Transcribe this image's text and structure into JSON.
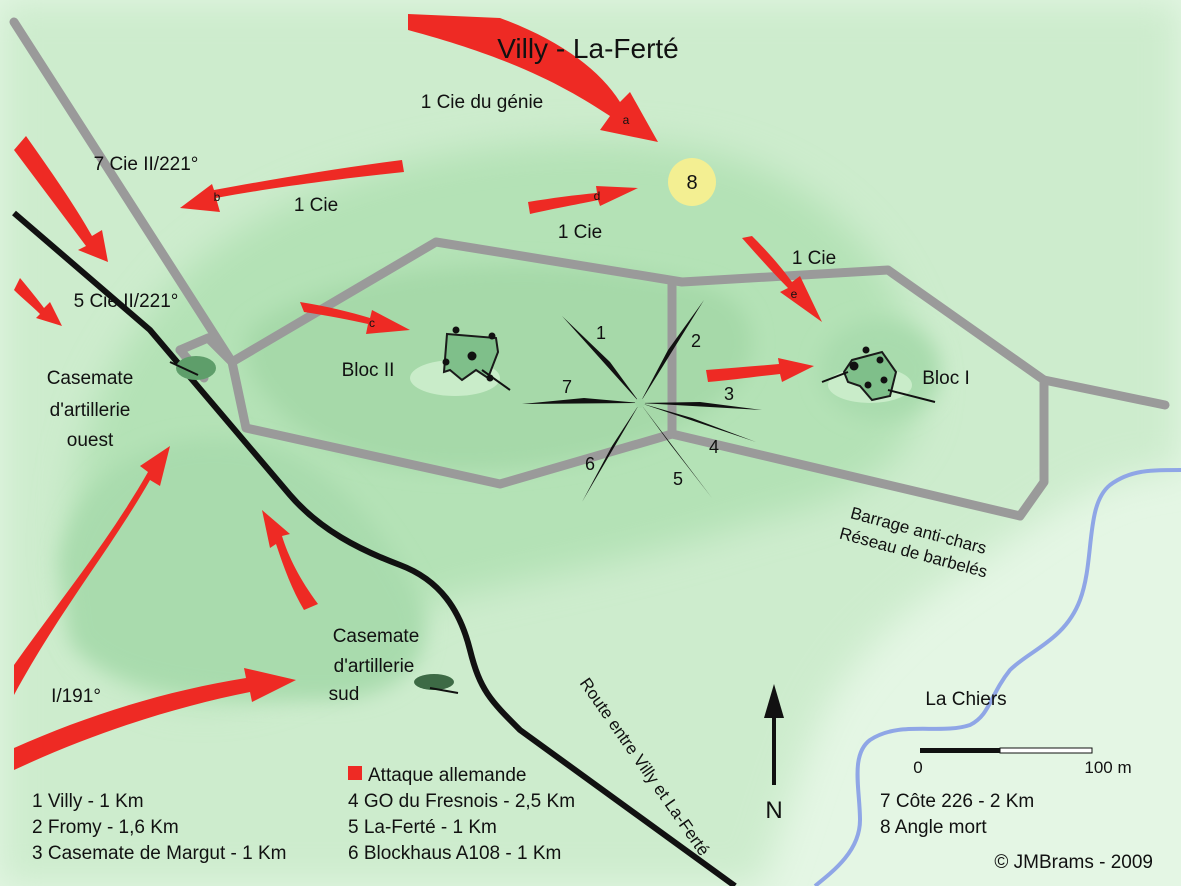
{
  "title": "Villy - La-Ferté",
  "colors": {
    "light_green": "#cfeecf",
    "mid_green": "#b4e2b6",
    "dark_green": "#9fd4a3",
    "attack_red": "#ee2a24",
    "antitank_grey": "#9a9a9a",
    "river_blue": "#8fa6e6",
    "road_black": "#111111",
    "angle_mort_yellow": "#f3ef92"
  },
  "units": {
    "genie": "1 Cie du génie",
    "cie_7": "7 Cie II/221°",
    "cie_b": "1 Cie",
    "cie_d": "1 Cie",
    "cie_e": "1 Cie",
    "cie_5": "5 Cie II/221°",
    "i191": "I/191°"
  },
  "arrow_letters": {
    "a": "a",
    "b": "b",
    "c": "c",
    "d": "d",
    "e": "e"
  },
  "places": {
    "casemate_ouest": [
      "Casemate",
      "d'artillerie",
      "ouest"
    ],
    "casemate_sud": [
      "Casemate",
      "d'artillerie",
      "sud"
    ],
    "bloc_ii": "Bloc II",
    "bloc_i": "Bloc I",
    "barrage": [
      "Barrage anti-chars",
      "Réseau de barbelés"
    ],
    "road": "Route entre Villy et La-Ferté",
    "river": "La Chiers",
    "angle_mort_marker": "8"
  },
  "compass": {
    "north": "N",
    "rays": [
      "1",
      "2",
      "3",
      "4",
      "5",
      "6",
      "7"
    ]
  },
  "scale": {
    "start": "0",
    "end": "100 m"
  },
  "legend": {
    "attack": "Attaque allemande",
    "col1": [
      "1 Villy - 1 Km",
      "2 Fromy - 1,6 Km",
      "3 Casemate de Margut - 1 Km"
    ],
    "col2": [
      "4 GO du Fresnois - 2,5 Km",
      "5 La-Ferté - 1 Km",
      "6 Blockhaus A108 - 1 Km"
    ],
    "col3": [
      "7 Côte 226 - 2 Km",
      "8 Angle mort"
    ]
  },
  "credit": "© JMBrams - 2009"
}
